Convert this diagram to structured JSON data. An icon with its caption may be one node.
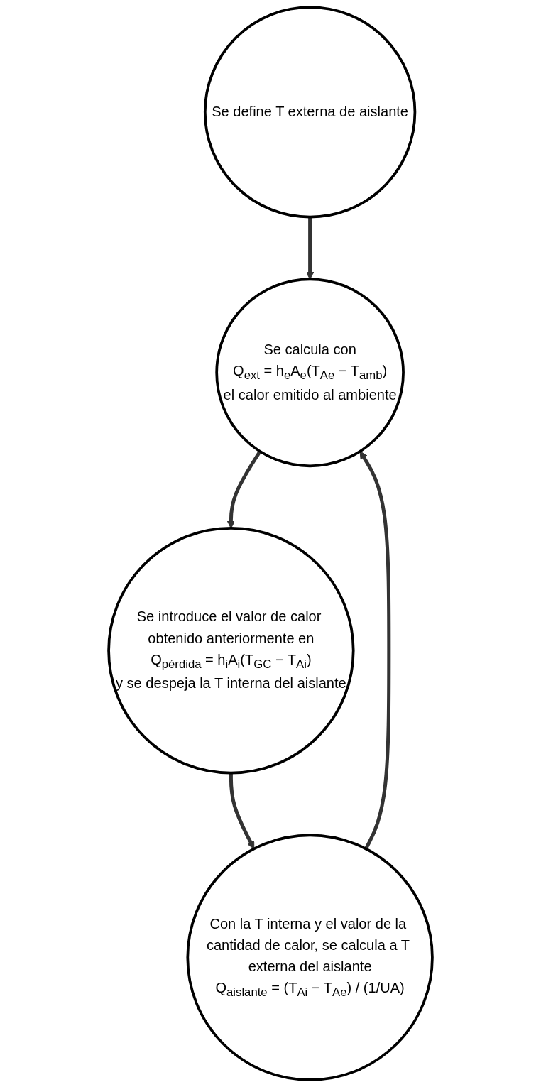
{
  "diagram": {
    "nodes": [
      {
        "text": [
          "Se define T externa de aislante"
        ]
      },
      {
        "text": [
          "Se calcula con",
          "Q$_{ext}$ = h$_{e}$A$_{e}$(T$_{Ae}$ − T$_{amb}$)",
          "el calor emitido al ambiente"
        ]
      },
      {
        "text": [
          "Se introduce el valor de calor obtenido anteriormente en",
          "Q$_{pérdida}$ = h$_{i}$A$_{i}$(T$_{GC}$ − T$_{Ai}$)",
          "y se despeja la T interna del aislante"
        ]
      },
      {
        "text": [
          "Con la T interna y el valor de la cantidad de calor, se calcula a T externa del aislante",
          "Q$_{aislante}$ = (T$_{Ai}$ − T$_{Ae}$) / (1/UA)"
        ]
      }
    ],
    "edges": [
      {
        "from": 0,
        "to": 1,
        "arrow": "to"
      },
      {
        "from": 1,
        "to": 2,
        "arrow": "to"
      },
      {
        "from": 2,
        "to": 3,
        "arrow": "to"
      },
      {
        "from": 3,
        "to": 1,
        "arrow": "to"
      }
    ]
  }
}
